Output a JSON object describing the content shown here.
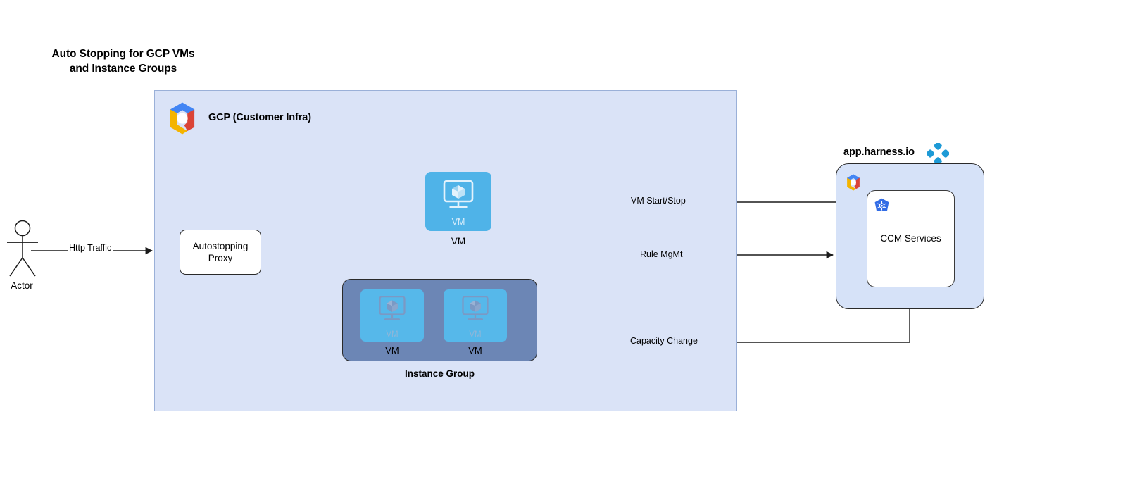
{
  "title": "Auto Stopping for GCP VMs\nand Instance Groups",
  "actor": {
    "label": "Actor",
    "icon": "actor-stick-figure-icon"
  },
  "gcp_container": {
    "label": "GCP (Customer Infra)",
    "icon": "gcp-logo-icon",
    "fill": "#dae3f7",
    "border": "#9ab0d8"
  },
  "autostopping_proxy": {
    "label": "Autostopping\nProxy"
  },
  "vm": {
    "inner_label": "VM",
    "caption": "VM",
    "icon": "vm-monitor-cube-icon",
    "fill": "#4fb3e8"
  },
  "instance_group": {
    "caption": "Instance Group",
    "fill": "#6c86b5",
    "vms": [
      {
        "inner_label": "VM",
        "caption": "VM",
        "icon": "vm-monitor-cube-icon"
      },
      {
        "inner_label": "VM",
        "caption": "VM",
        "icon": "vm-monitor-cube-icon"
      }
    ]
  },
  "harness": {
    "label": "app.harness.io",
    "icon": "harness-logo-icon",
    "gcp_icon": "gcp-logo-icon",
    "fill": "#d6e2f8",
    "ccm": {
      "label": "CCM Services",
      "icon": "kubernetes-logo-icon",
      "fill": "#ffffff"
    }
  },
  "edges": [
    {
      "label": "Http Traffic",
      "from": "actor",
      "to": "autostopping-proxy"
    },
    {
      "label": "VM Start/Stop",
      "from": "ccm-services",
      "to": "vm"
    },
    {
      "label": "Rule MgMt",
      "from": "ccm-services",
      "to": "autostopping-proxy"
    },
    {
      "label": "Capacity Change",
      "from": "ccm-services",
      "to": "instance-group"
    }
  ],
  "colors": {
    "accent_blue": "#4fb3e8",
    "slate_blue": "#6c86b5",
    "panel_blue": "#dae3f7",
    "harness_blue": "#1d9ad6",
    "k8s_blue": "#326ce5",
    "line": "#1a1a1a"
  }
}
